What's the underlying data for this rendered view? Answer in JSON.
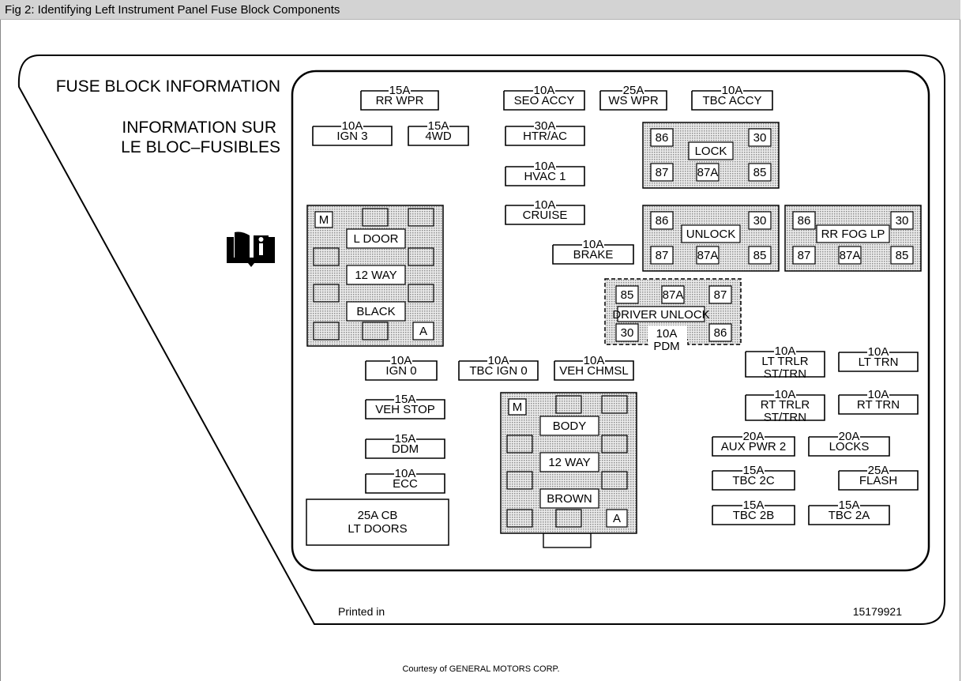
{
  "window": {
    "title": "Fig 2: Identifying Left Instrument Panel Fuse Block Components",
    "footer": "Courtesy of GENERAL MOTORS CORP."
  },
  "label": {
    "heading_en": "FUSE BLOCK INFORMATION",
    "heading_fr_1": "INFORMATION SUR",
    "heading_fr_2": "LE BLOC–FUSIBLES",
    "printed_in": "Printed in",
    "part_number": "15179921",
    "manual_icon": "book-info-icon"
  },
  "fuses": [
    {
      "amp": "15A",
      "name": "RR WPR"
    },
    {
      "amp": "10A",
      "name": "SEO ACCY"
    },
    {
      "amp": "25A",
      "name": "WS WPR"
    },
    {
      "amp": "10A",
      "name": "TBC ACCY"
    },
    {
      "amp": "10A",
      "name": "IGN 3"
    },
    {
      "amp": "15A",
      "name": "4WD"
    },
    {
      "amp": "30A",
      "name": "HTR/AC"
    },
    {
      "amp": "10A",
      "name": "HVAC 1"
    },
    {
      "amp": "10A",
      "name": "CRUISE"
    },
    {
      "amp": "10A",
      "name": "BRAKE"
    },
    {
      "amp": "10A",
      "name": "IGN 0"
    },
    {
      "amp": "10A",
      "name": "TBC IGN 0"
    },
    {
      "amp": "10A",
      "name": "VEH CHMSL"
    },
    {
      "amp": "15A",
      "name": "VEH STOP"
    },
    {
      "amp": "15A",
      "name": "DDM"
    },
    {
      "amp": "10A",
      "name": "ECC"
    },
    {
      "amp": "10A",
      "name": "LT TRLR",
      "name2": "ST/TRN"
    },
    {
      "amp": "10A",
      "name": "LT TRN"
    },
    {
      "amp": "10A",
      "name": "RT TRLR",
      "name2": "ST/TRN"
    },
    {
      "amp": "10A",
      "name": "RT TRN"
    },
    {
      "amp": "20A",
      "name": "AUX PWR 2"
    },
    {
      "amp": "20A",
      "name": "LOCKS"
    },
    {
      "amp": "15A",
      "name": "TBC 2C"
    },
    {
      "amp": "25A",
      "name": "FLASH"
    },
    {
      "amp": "15A",
      "name": "TBC 2B"
    },
    {
      "amp": "15A",
      "name": "TBC 2A"
    }
  ],
  "relays": [
    {
      "name": "LOCK",
      "pins": [
        "86",
        "30",
        "87",
        "87A",
        "85"
      ]
    },
    {
      "name": "UNLOCK",
      "pins": [
        "86",
        "30",
        "87",
        "87A",
        "85"
      ]
    },
    {
      "name": "RR FOG LP",
      "pins": [
        "86",
        "30",
        "87",
        "87A",
        "85"
      ]
    }
  ],
  "driver_unlock": {
    "name": "DRIVER UNLOCK",
    "pins": [
      "85",
      "87A",
      "87",
      "30",
      "86"
    ],
    "fuse_amp": "10A",
    "fuse_name": "PDM"
  },
  "connectors": [
    {
      "labels": [
        "L DOOR",
        "12 WAY",
        "BLACK"
      ],
      "corner_top": "M",
      "corner_bottom": "A"
    },
    {
      "labels": [
        "BODY",
        "12 WAY",
        "BROWN"
      ],
      "corner_top": "M",
      "corner_bottom": "A"
    }
  ],
  "circuit_breaker": {
    "line1": "25A CB",
    "line2": "LT DOORS"
  }
}
